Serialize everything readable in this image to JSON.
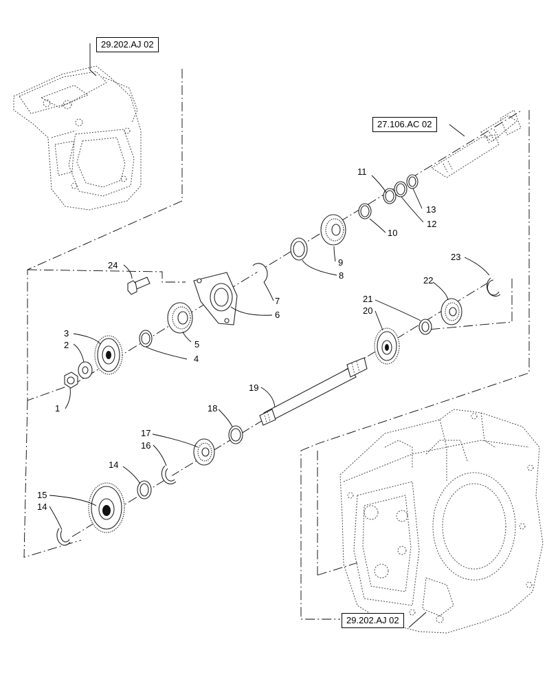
{
  "references": {
    "top_left": "29.202.AJ 02",
    "top_right": "27.106.AC 02",
    "bottom_right": "29.202.AJ 02"
  },
  "callouts": [
    "1",
    "2",
    "3",
    "4",
    "5",
    "6",
    "7",
    "8",
    "9",
    "10",
    "11",
    "12",
    "13",
    "14",
    "15",
    "14",
    "16",
    "17",
    "18",
    "19",
    "20",
    "21",
    "22",
    "23",
    "24"
  ],
  "colors": {
    "line": "#000000",
    "part_outline": "#333333",
    "background": "#ffffff"
  }
}
